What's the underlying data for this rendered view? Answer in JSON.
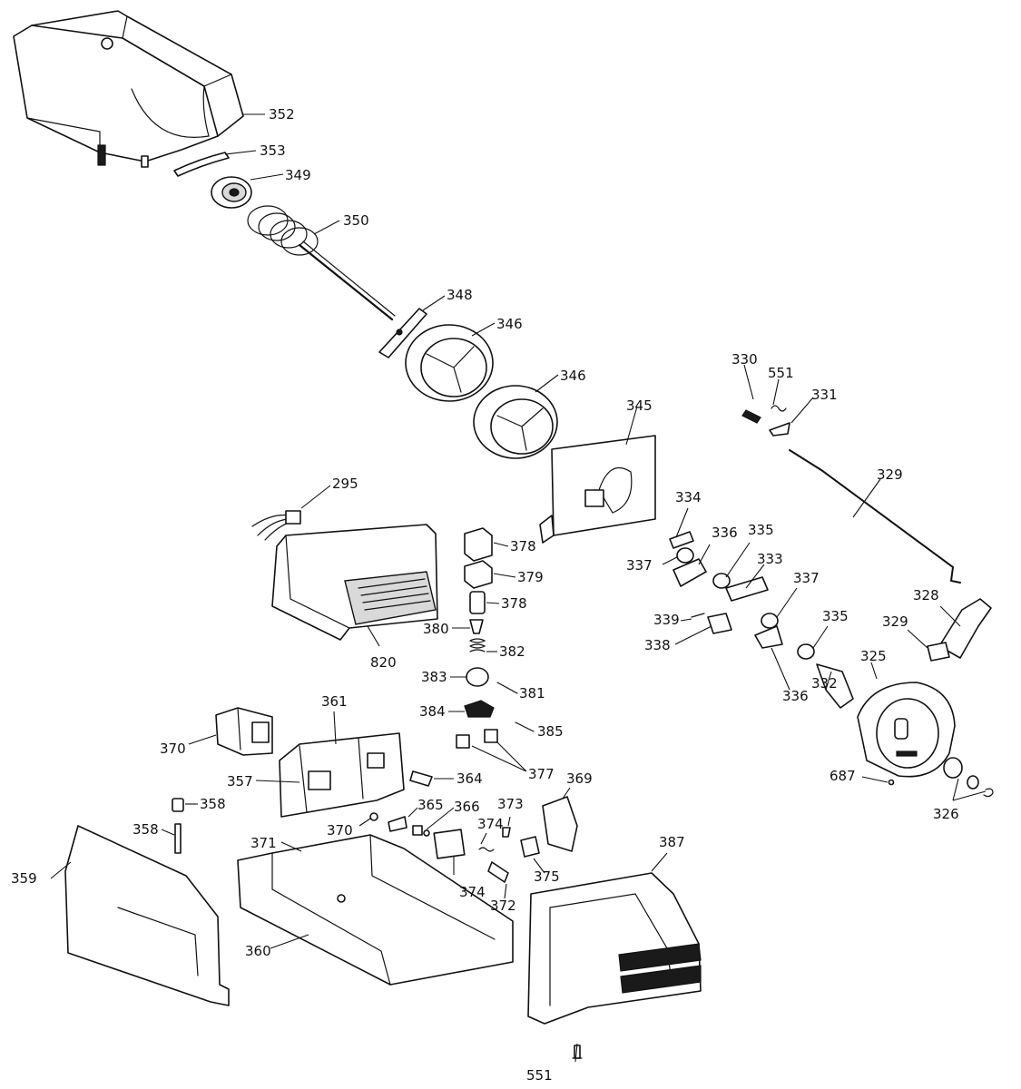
{
  "diagram": {
    "callouts": [
      {
        "id": "c352a",
        "text": "352"
      },
      {
        "id": "c353",
        "text": "353"
      },
      {
        "id": "c349",
        "text": "349"
      },
      {
        "id": "c350",
        "text": "350"
      },
      {
        "id": "c348",
        "text": "348"
      },
      {
        "id": "c346a",
        "text": "346"
      },
      {
        "id": "c346b",
        "text": "346"
      },
      {
        "id": "c345",
        "text": "345"
      },
      {
        "id": "c330",
        "text": "330"
      },
      {
        "id": "c551a",
        "text": "551"
      },
      {
        "id": "c331",
        "text": "331"
      },
      {
        "id": "c329a",
        "text": "329"
      },
      {
        "id": "c295",
        "text": "295"
      },
      {
        "id": "c378a",
        "text": "378"
      },
      {
        "id": "c379",
        "text": "379"
      },
      {
        "id": "c378b",
        "text": "378"
      },
      {
        "id": "c380",
        "text": "380"
      },
      {
        "id": "c382",
        "text": "382"
      },
      {
        "id": "c383",
        "text": "383"
      },
      {
        "id": "c381",
        "text": "381"
      },
      {
        "id": "c384",
        "text": "384"
      },
      {
        "id": "c385",
        "text": "385"
      },
      {
        "id": "c377",
        "text": "377"
      },
      {
        "id": "c820",
        "text": "820"
      },
      {
        "id": "c334",
        "text": "334"
      },
      {
        "id": "c336a",
        "text": "336"
      },
      {
        "id": "c335a",
        "text": "335"
      },
      {
        "id": "c337a",
        "text": "337"
      },
      {
        "id": "c333",
        "text": "333"
      },
      {
        "id": "c337b",
        "text": "337"
      },
      {
        "id": "c339",
        "text": "339"
      },
      {
        "id": "c338",
        "text": "338"
      },
      {
        "id": "c335b",
        "text": "335"
      },
      {
        "id": "c336b",
        "text": "336"
      },
      {
        "id": "c332",
        "text": "332"
      },
      {
        "id": "c328",
        "text": "328"
      },
      {
        "id": "c329b",
        "text": "329"
      },
      {
        "id": "c325",
        "text": "325"
      },
      {
        "id": "c687",
        "text": "687"
      },
      {
        "id": "c326",
        "text": "326"
      },
      {
        "id": "c361",
        "text": "361"
      },
      {
        "id": "c370a",
        "text": "370"
      },
      {
        "id": "c357",
        "text": "357"
      },
      {
        "id": "c364",
        "text": "364"
      },
      {
        "id": "c358a",
        "text": "358"
      },
      {
        "id": "c358b",
        "text": "358"
      },
      {
        "id": "c370b",
        "text": "370"
      },
      {
        "id": "c365",
        "text": "365"
      },
      {
        "id": "c366",
        "text": "366"
      },
      {
        "id": "c373",
        "text": "373"
      },
      {
        "id": "c374a",
        "text": "374"
      },
      {
        "id": "c369",
        "text": "369"
      },
      {
        "id": "c371",
        "text": "371"
      },
      {
        "id": "c374b",
        "text": "374"
      },
      {
        "id": "c375",
        "text": "375"
      },
      {
        "id": "c372",
        "text": "372"
      },
      {
        "id": "c387",
        "text": "387"
      },
      {
        "id": "c359",
        "text": "359"
      },
      {
        "id": "c360",
        "text": "360"
      },
      {
        "id": "c551b",
        "text": "551"
      }
    ]
  }
}
